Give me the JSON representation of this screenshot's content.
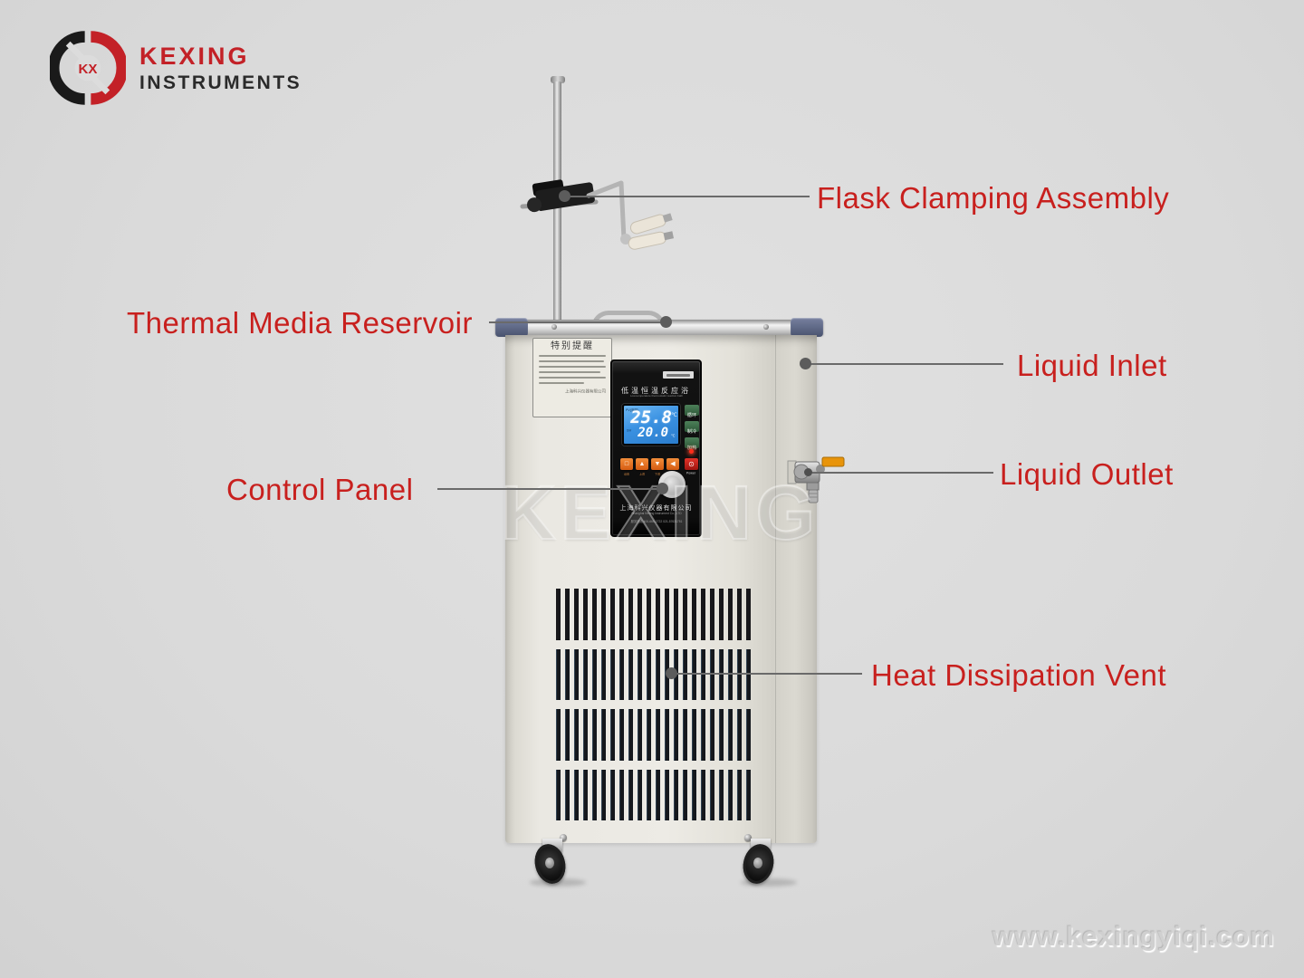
{
  "logo": {
    "monogram": "KX",
    "line1": "KEXING",
    "line2": "INSTRUMENTS"
  },
  "colors": {
    "label_red": "#c8201e",
    "logo_red": "#c32127",
    "logo_black": "#2a2a2a",
    "leader_gray": "#6a6a6a",
    "lcd_blue": "#3b92e2",
    "button_orange": "#e06820",
    "rim_cap_blue": "#5a6486"
  },
  "annotations": [
    {
      "label": "Flask Clamping Assembly"
    },
    {
      "label": "Thermal Media Reservoir"
    },
    {
      "label": "Liquid Inlet"
    },
    {
      "label": "Control Panel"
    },
    {
      "label": "Liquid Outlet"
    },
    {
      "label": "Heat Dissipation Vent"
    }
  ],
  "machine": {
    "sticker": {
      "title": "特别提醒",
      "footer": "上海科兴仪器有限公司"
    },
    "panel": {
      "title_cn": "低温恒温反应浴",
      "title_en": "Low-temperature thermostatic reaction bath",
      "lcd": {
        "pv_label": "PV(测量)",
        "pv_value": "25.8",
        "pv_unit": "℃",
        "sv_label": "SV",
        "sv_value": "20.0",
        "sv_unit": "℃"
      },
      "side_buttons": [
        "循环",
        "制冷",
        "加热"
      ],
      "key_icons": [
        "□",
        "▲",
        "▼",
        "◀"
      ],
      "key_labels": [
        "设置",
        "上调",
        "下调",
        "移位"
      ],
      "power_icon": "⊙",
      "power_label": "Power",
      "company_cn": "上海科兴仪器有限公司",
      "company_en": "Shanghai Kexing Instrument Co., LTD",
      "hotline": "服务热线:400-660-2722  021-57631751"
    },
    "emboss": "KEXING"
  },
  "footer_watermark": "www.kexingyiqi.com"
}
